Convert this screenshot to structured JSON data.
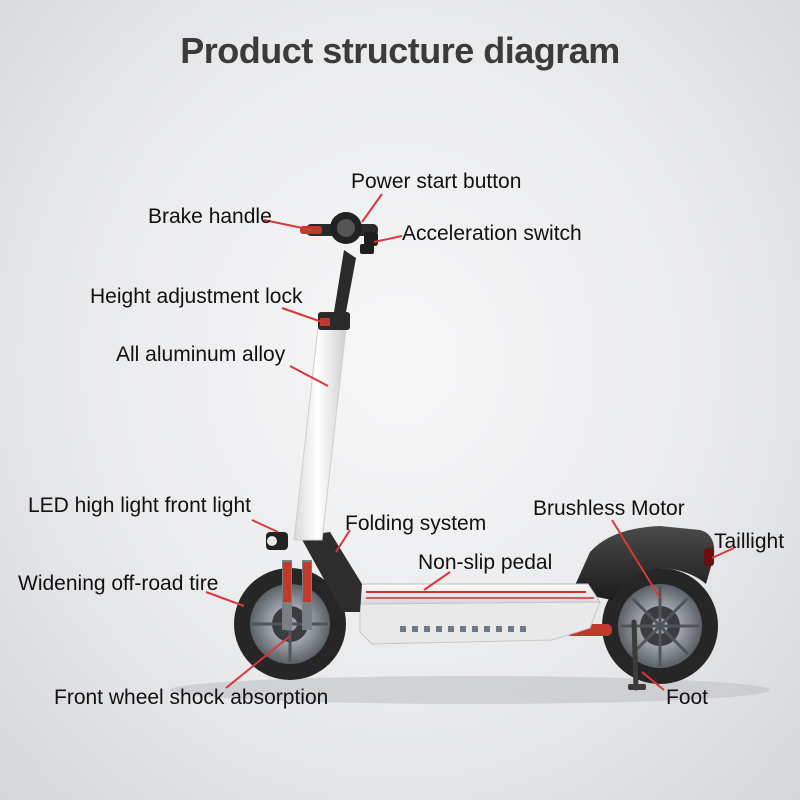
{
  "title": "Product structure diagram",
  "labels": {
    "power_start_button": "Power start button",
    "brake_handle": "Brake handle",
    "acceleration_switch": "Acceleration switch",
    "height_adjustment_lock": "Height adjustment lock",
    "all_aluminum_alloy": "All aluminum alloy",
    "led_front_light": "LED high light front light",
    "folding_system": "Folding system",
    "brushless_motor": "Brushless Motor",
    "taillight": "Taillight",
    "non_slip_pedal": "Non-slip pedal",
    "widening_offroad_tire": "Widening off-road tire",
    "front_wheel_shock": "Front wheel shock absorption",
    "foot": "Foot"
  },
  "colors": {
    "leader_line": "#d9383a",
    "title_text": "#3b3b3b",
    "label_text": "#111111",
    "stem": "#f4f4f4",
    "tire": "#2a2a2a",
    "rim": "#9aa0a6"
  }
}
